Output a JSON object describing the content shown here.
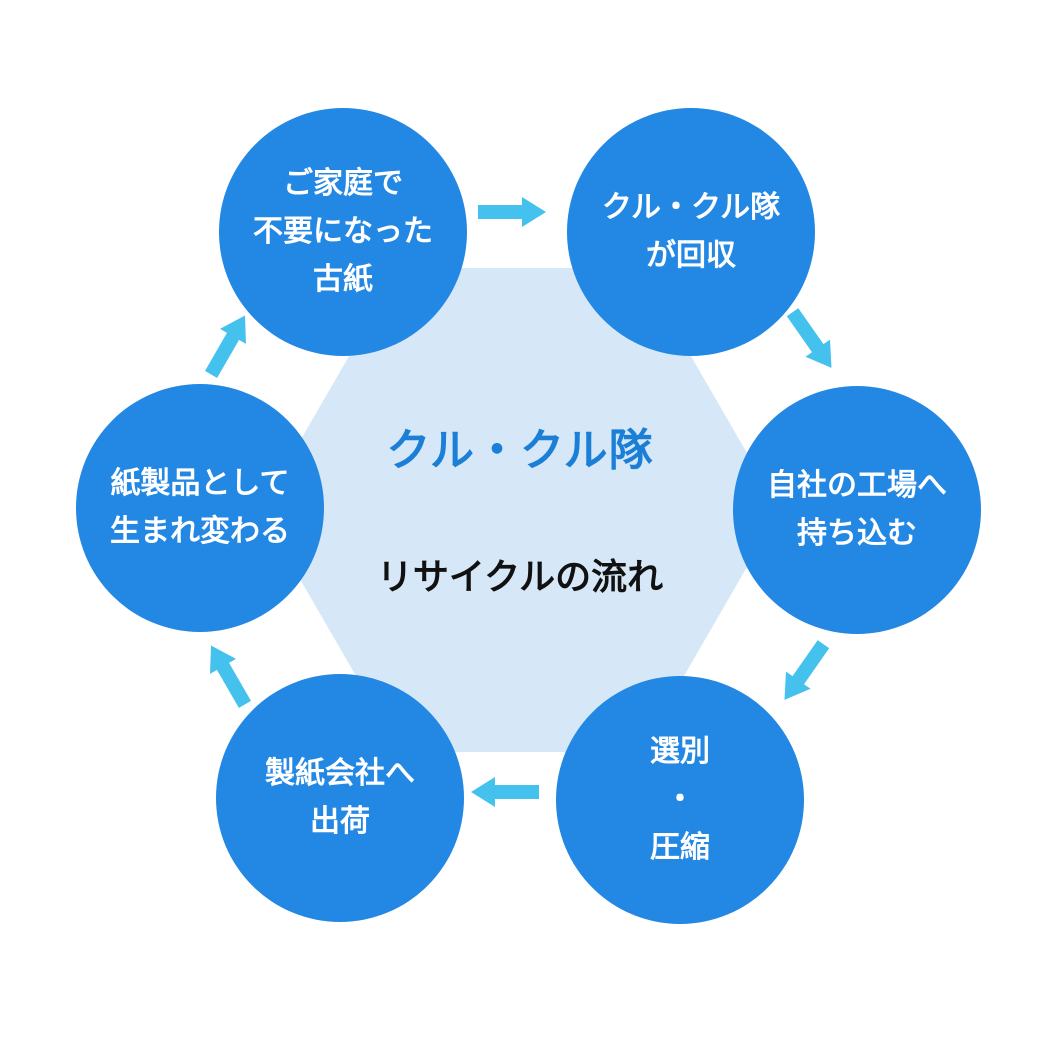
{
  "colors": {
    "hexagon_fill": "#d6e8f7",
    "node_fill": "#2387e4",
    "arrow_color": "#45c1ee",
    "title_accent": "#1b7fd8",
    "text_dark": "#111111"
  },
  "center": {
    "title": "クル・クル隊",
    "subtitle": "リサイクルの流れ"
  },
  "nodes": [
    {
      "lines": [
        "ご家庭で",
        "不要になった",
        "古紙"
      ]
    },
    {
      "lines": [
        "クル・クル隊",
        "が回収"
      ]
    },
    {
      "lines": [
        "自社の工場へ",
        "持ち込む"
      ]
    },
    {
      "lines": [
        "選別",
        "・",
        "圧縮"
      ]
    },
    {
      "lines": [
        "製紙会社へ",
        "出荷"
      ]
    },
    {
      "lines": [
        "紙製品として",
        "生まれ変わる"
      ]
    }
  ],
  "arrows": [
    {
      "from": 0,
      "to": 1,
      "icon": "right-arrow-icon"
    },
    {
      "from": 1,
      "to": 2,
      "icon": "down-right-arrow-icon"
    },
    {
      "from": 2,
      "to": 3,
      "icon": "down-left-arrow-icon"
    },
    {
      "from": 3,
      "to": 4,
      "icon": "left-arrow-icon"
    },
    {
      "from": 4,
      "to": 5,
      "icon": "up-left-arrow-icon"
    },
    {
      "from": 5,
      "to": 0,
      "icon": "up-right-arrow-icon"
    }
  ]
}
